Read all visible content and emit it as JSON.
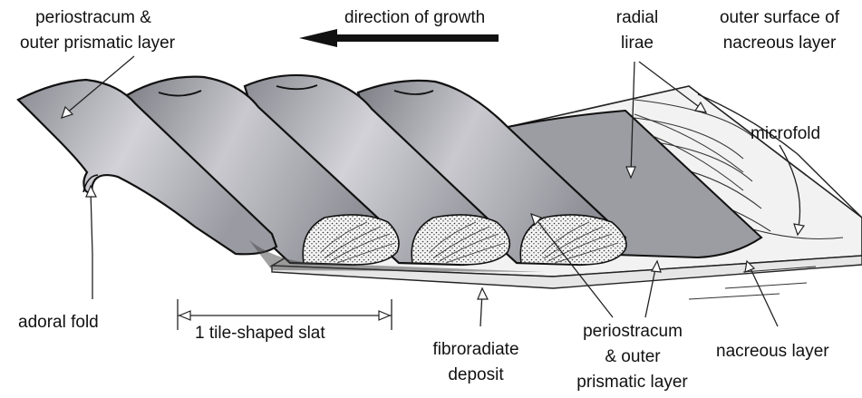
{
  "diagram": {
    "labels": {
      "periostracum_top_line1": "periostracum &",
      "periostracum_top_line2": "outer prismatic layer",
      "direction_of_growth": "direction of growth",
      "radial_lirae_line1": "radial",
      "radial_lirae_line2": "lirae",
      "outer_surface_line1": "outer surface of",
      "outer_surface_line2": "nacreous layer",
      "microfold": "microfold",
      "adoral_fold": "adoral fold",
      "tile_slat": "1 tile-shaped slat",
      "fibroradiate_line1": "fibroradiate",
      "fibroradiate_line2": "deposit",
      "periostracum_bottom_line1": "periostracum",
      "periostracum_bottom_line2": "& outer",
      "periostracum_bottom_line3": "prismatic layer",
      "nacreous_layer": "nacreous layer"
    }
  }
}
